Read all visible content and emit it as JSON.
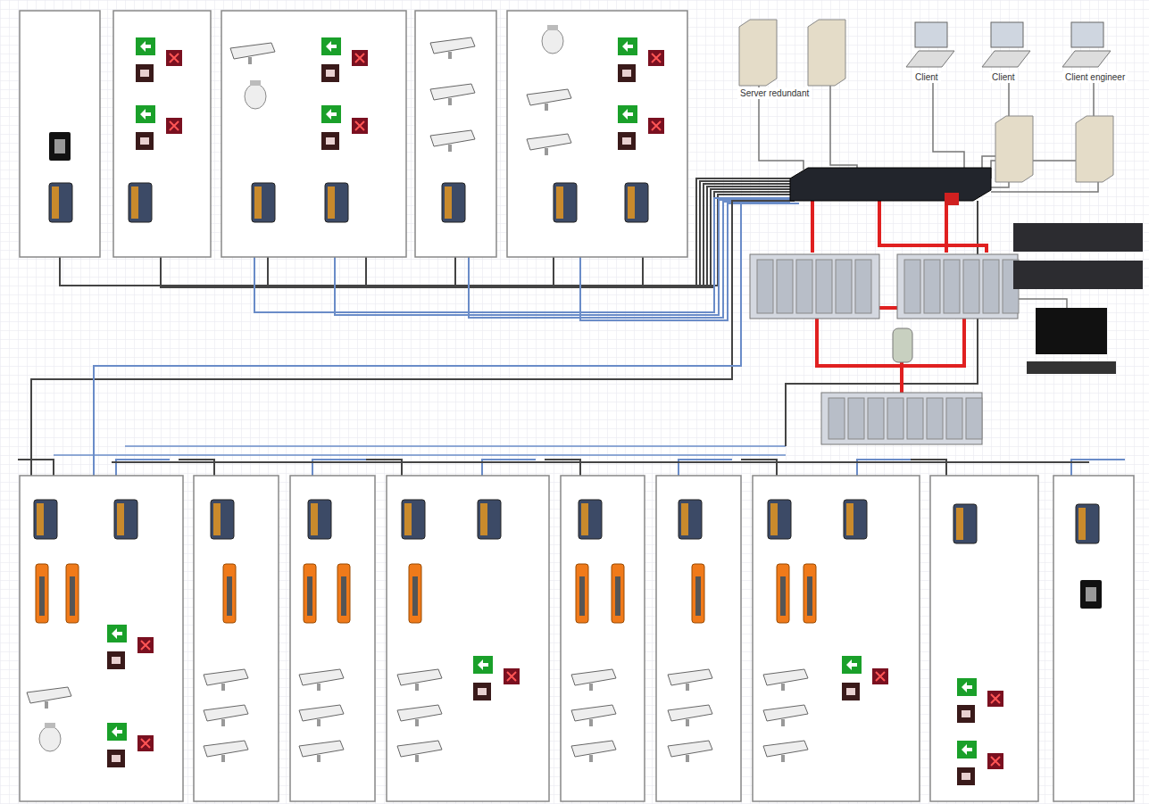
{
  "diagram": {
    "nodes": [
      {
        "text": [
          "Server redundant"
        ]
      },
      {
        "text": [
          "Client"
        ]
      },
      {
        "text": [
          "Client"
        ]
      },
      {
        "text": [
          "Client engineer"
        ]
      }
    ]
  }
}
